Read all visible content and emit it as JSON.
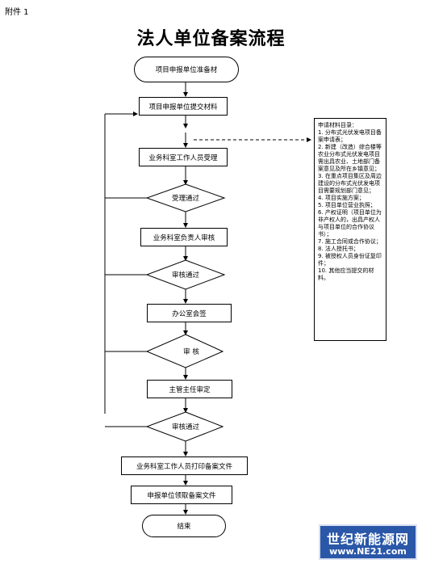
{
  "annex_label": "附件 1",
  "title": "法人单位备案流程",
  "nodes": {
    "start": "项目申报单位准备材",
    "submit": "项目申报单位提交材料",
    "accept": "业务科室工作人员受理",
    "accept_pass": "受理通过",
    "review": "业务科室负责人审核",
    "review_pass": "审核通过",
    "office_sign": "办公室会签",
    "audit": "审 核",
    "director_approve": "主管主任审定",
    "audit_pass": "审核通过",
    "print": "业务科室工作人员打印备案文件",
    "collect": "申报单位领取备案文件",
    "end": "结束"
  },
  "materials": {
    "title": "申请材料目录：",
    "items": [
      "1. 分布式光伏发电项目备案申请表；",
      "2. 新建（改造）综合楼等农业分布式光伏发电项目需出具农业、土地部门备案意见及所在乡镇意见；",
      "3. 在重点项目集区及周边建设的分布式光伏发电项目需要规划部门意见；",
      "4. 项目实施方案；",
      "5. 项目单位营业执照；",
      "6. 产权证明（项目单位为非产权人的，出具产权人与项目单位的合作协议书）；",
      "7. 施工合同或合作协议；",
      "8. 法人授托书；",
      "9. 被授权人员身份证复印件；",
      "10. 其他应当提交的材料。"
    ]
  },
  "brand": {
    "name": "世纪新能源网",
    "url": "www.NE21.com"
  }
}
